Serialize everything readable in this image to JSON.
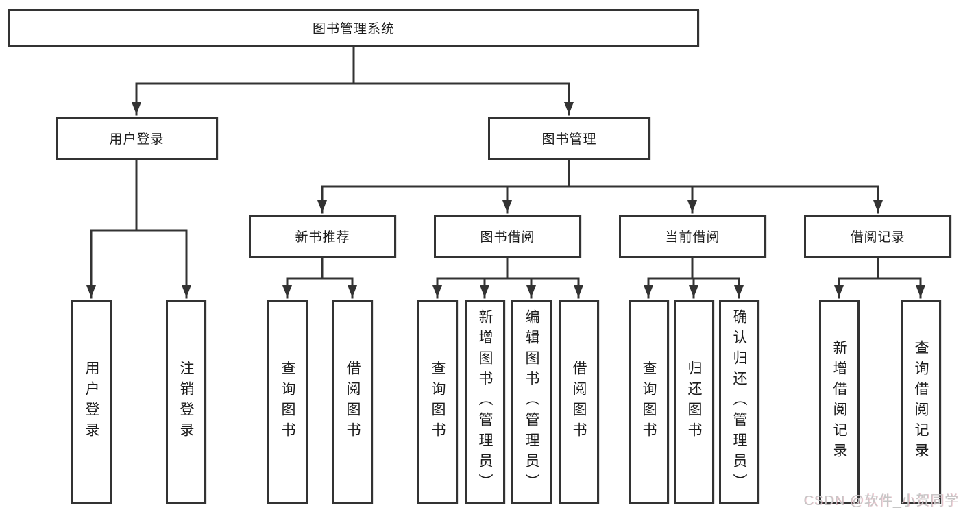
{
  "diagram_title": "图书管理系统",
  "nodes": {
    "root": "图书管理系统",
    "user_login": "用户登录",
    "book_mgmt": "图书管理",
    "new_books": "新书推荐",
    "book_borrow": "图书借阅",
    "current_borrow": "当前借阅",
    "borrow_records": "借阅记录",
    "ul_user_login": "用户登录",
    "ul_logout": "注销登录",
    "nb_query_book": "查询图书",
    "nb_borrow_book": "借阅图书",
    "bb_query_book": "查询图书",
    "bb_add_book": "新增图书（管理员）",
    "bb_edit_book": "编辑图书（管理员）",
    "bb_borrow_book": "借阅图书",
    "cb_query_book": "查询图书",
    "cb_return_book": "归还图书",
    "cb_confirm_return": "确认归还（管理员）",
    "br_add_record": "新增借阅记录",
    "br_query_record": "查询借阅记录"
  },
  "watermark": "CSDN @软件_小贺同学",
  "colors": {
    "line": "#333333",
    "text": "#1c1c1c",
    "background": "#ffffff",
    "watermark": "#c6c6c6"
  }
}
